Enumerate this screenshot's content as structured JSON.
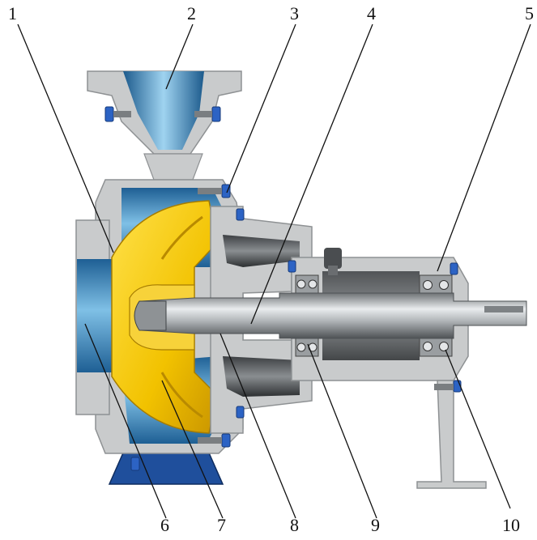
{
  "callouts": [
    {
      "id": "1",
      "label": "1"
    },
    {
      "id": "2",
      "label": "2"
    },
    {
      "id": "3",
      "label": "3"
    },
    {
      "id": "4",
      "label": "4"
    },
    {
      "id": "5",
      "label": "5"
    },
    {
      "id": "6",
      "label": "6"
    },
    {
      "id": "7",
      "label": "7"
    },
    {
      "id": "8",
      "label": "8"
    },
    {
      "id": "9",
      "label": "9"
    },
    {
      "id": "10",
      "label": "10"
    }
  ],
  "colors": {
    "casing": "#c9cbcc",
    "casing_dark": "#8e9193",
    "water_blue": "#3a86b8",
    "impeller_yellow": "#f2c200",
    "shaft": "#a9adb0",
    "base_blue": "#1f4f9c",
    "bolt_blue": "#2c63c4",
    "line": "#111111"
  }
}
